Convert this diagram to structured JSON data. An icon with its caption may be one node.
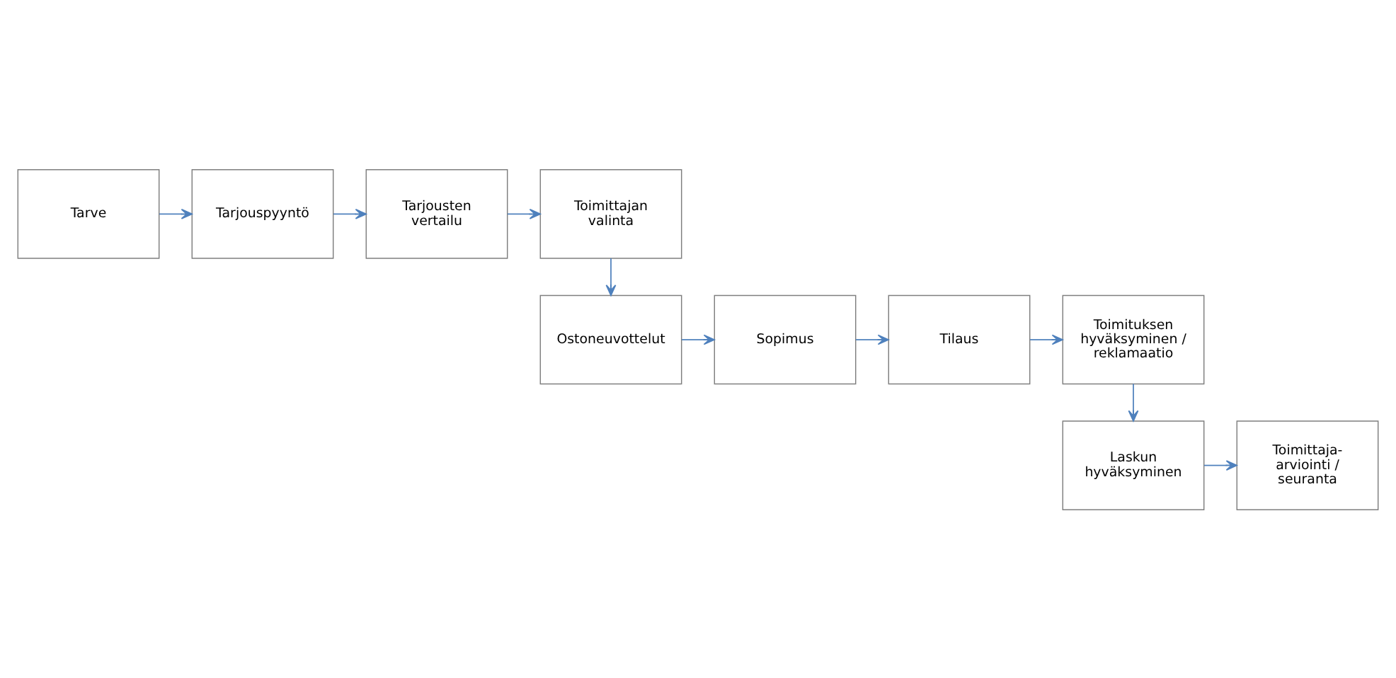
{
  "diagram": {
    "nodes": [
      {
        "text": [
          "Tarve"
        ]
      },
      {
        "text": [
          "Tarjouspyyntö"
        ]
      },
      {
        "text": [
          "Tarjousten vertailu"
        ]
      },
      {
        "text": [
          "Toimittajan valinta"
        ]
      },
      {
        "text": [
          "Ostoneuvottelut"
        ]
      },
      {
        "text": [
          "Sopimus"
        ]
      },
      {
        "text": [
          "Tilaus"
        ]
      },
      {
        "text": [
          "Toimituksen hyväksyminen / reklamaatio"
        ]
      },
      {
        "text": [
          "Laskun hyväksyminen"
        ]
      },
      {
        "text": [
          "Toimittaja- arviointi / seuranta"
        ]
      }
    ],
    "edges": [
      {
        "from": 0,
        "to": 1,
        "arrow": "to"
      },
      {
        "from": 1,
        "to": 2,
        "arrow": "to"
      },
      {
        "from": 2,
        "to": 3,
        "arrow": "to"
      },
      {
        "from": 3,
        "to": 4,
        "arrow": "to"
      },
      {
        "from": 4,
        "to": 5,
        "arrow": "to"
      },
      {
        "from": 5,
        "to": 6,
        "arrow": "to"
      },
      {
        "from": 6,
        "to": 7,
        "arrow": "to"
      },
      {
        "from": 7,
        "to": 8,
        "arrow": "to"
      },
      {
        "from": 8,
        "to": 9,
        "arrow": "to"
      }
    ]
  }
}
